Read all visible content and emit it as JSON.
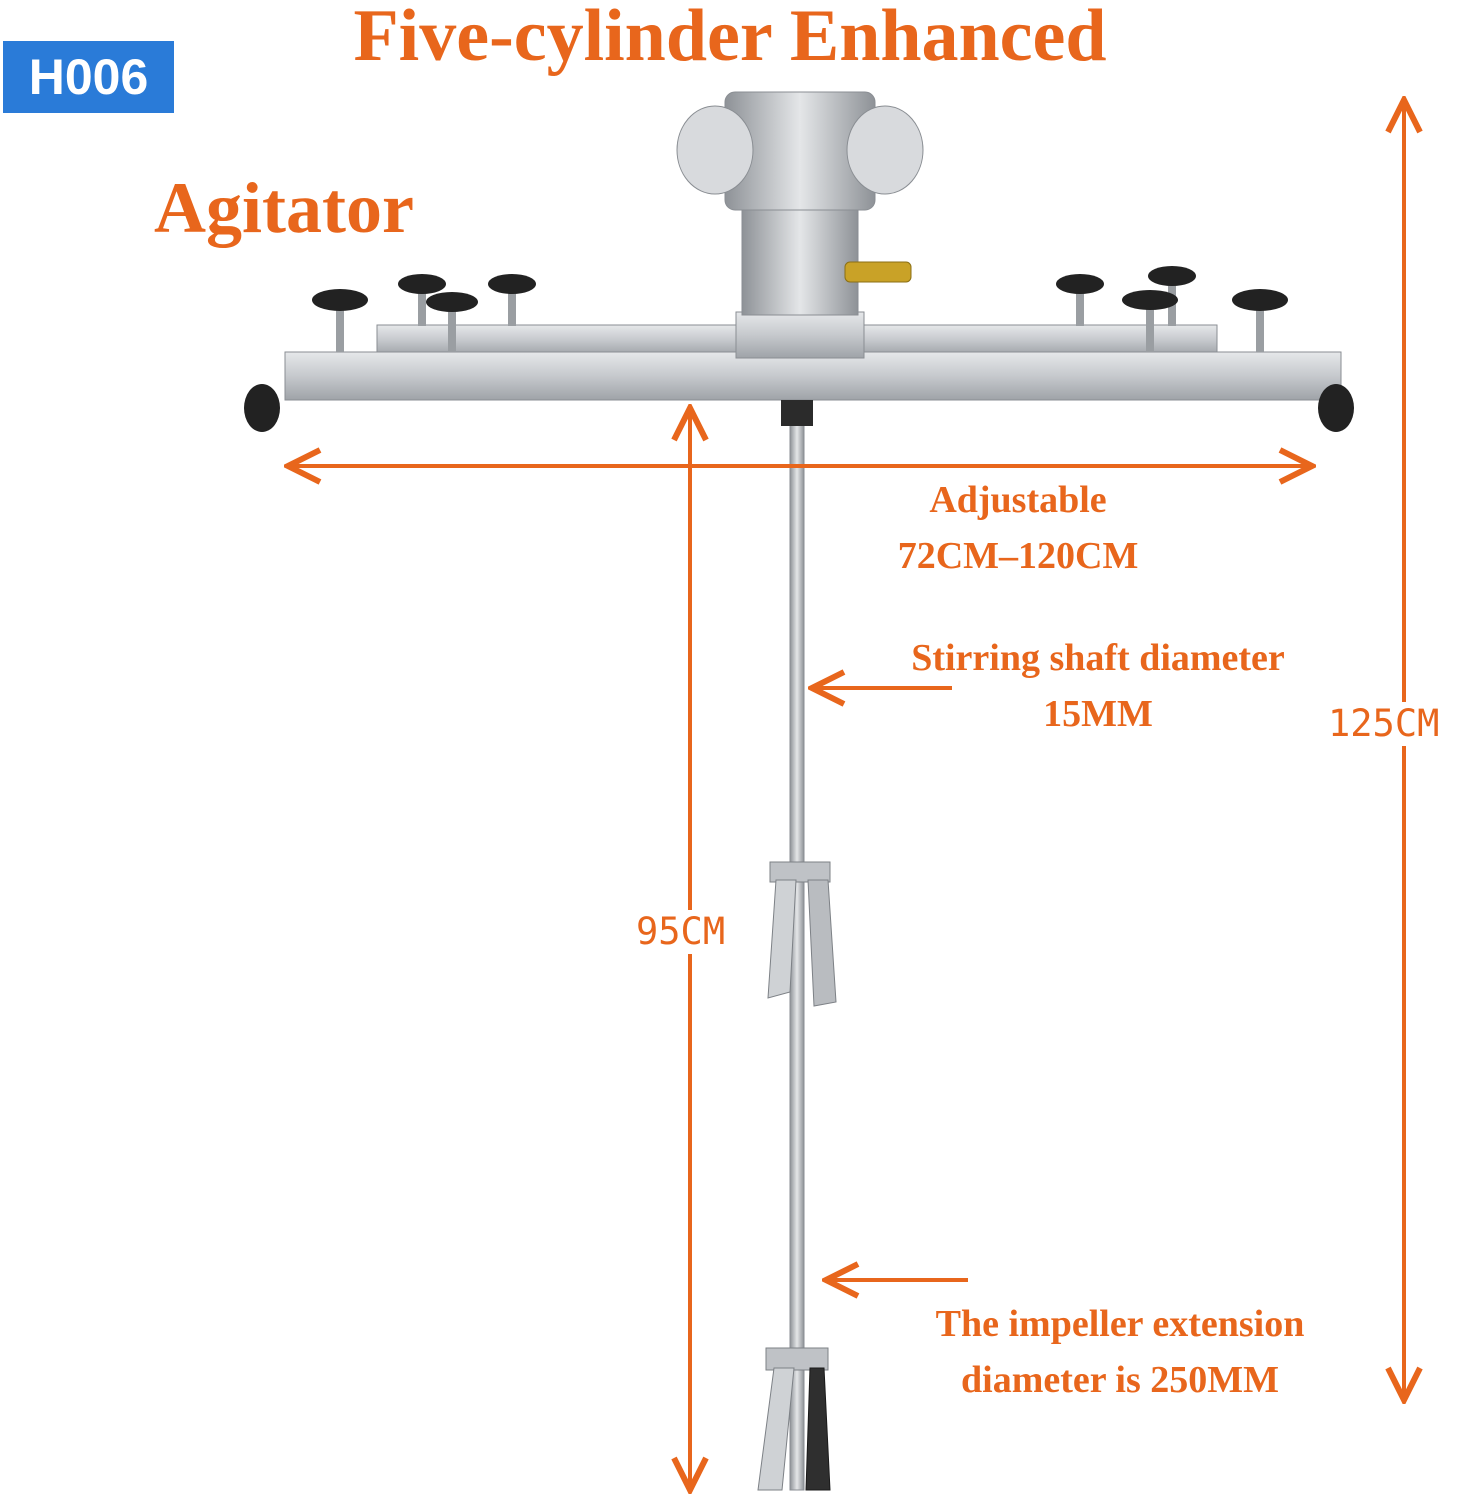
{
  "badge": {
    "code": "H006"
  },
  "header": {
    "title": "Five-cylinder Enhanced",
    "subtitle": "Agitator"
  },
  "callouts": {
    "width_line1": "Adjustable",
    "width_line2": "72CM–120CM",
    "shaft_line1": "Stirring shaft diameter",
    "shaft_line2": "15MM",
    "impeller_line1": "The impeller extension",
    "impeller_line2": "diameter is 250MM"
  },
  "dimensions": {
    "total_height": "125CM",
    "shaft_length": "95CM"
  },
  "colors": {
    "accent": "#e8661c",
    "badge": "#2a7bd8",
    "metal": "#c9ccd0"
  }
}
